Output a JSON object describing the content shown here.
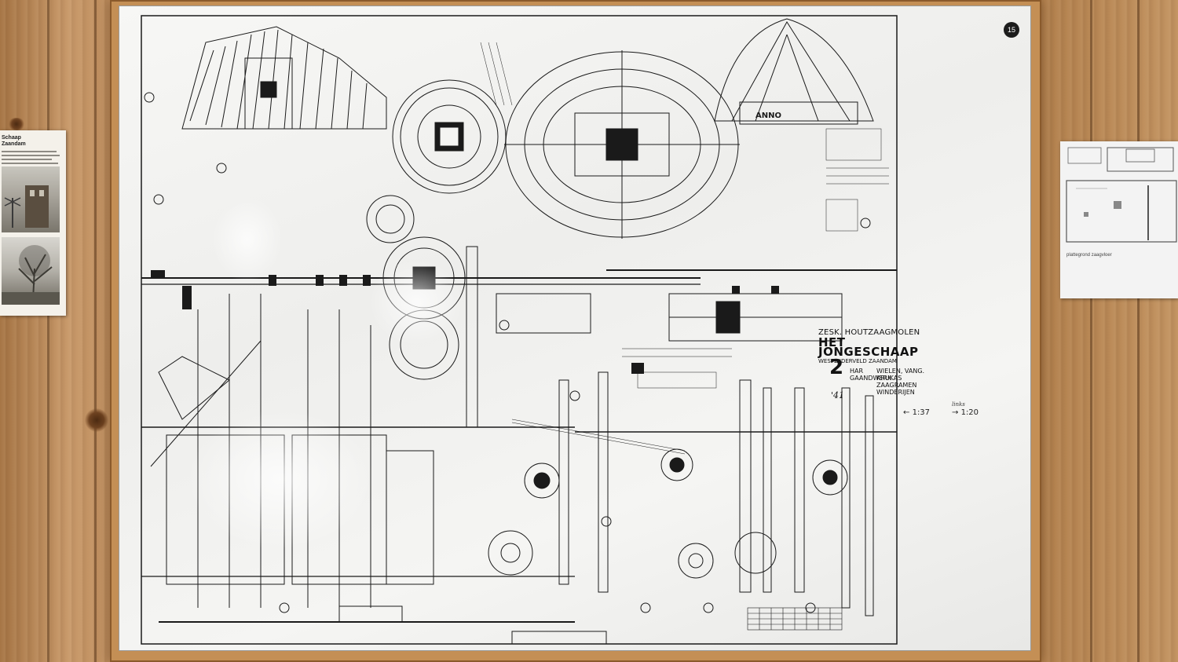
{
  "sheet_number": "15",
  "title_block": {
    "line1": "ZESK. HOUTZAAGMOLEN",
    "line2": "HET JONGESCHAAP",
    "line3": "WESTZIJDERVELD ZAANDAM",
    "sheet": "2",
    "desc_left": [
      "HAR",
      "GAANDWERK"
    ],
    "desc_right": [
      "WIELEN, VANG.",
      "KRUKAS",
      "ZAAGRAMEN",
      "WINDERIJEN"
    ],
    "signature": "'41"
  },
  "drawing_labels": {
    "anno": "ANNO"
  },
  "scale_notes": {
    "left": "1:37",
    "right": "1:20",
    "handwritten": "links"
  },
  "colors": {
    "wood": "#b98758",
    "frame": "#c48f55",
    "board": "#f4f4f2",
    "ink": "#1a1a1a"
  }
}
